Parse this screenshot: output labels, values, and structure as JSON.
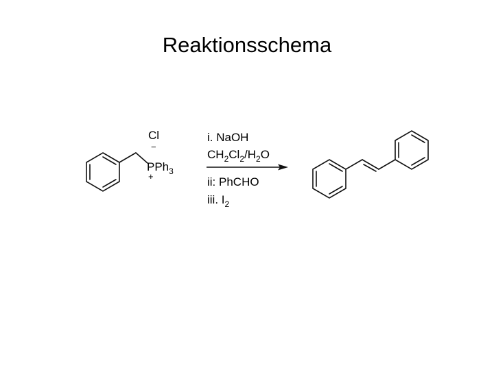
{
  "slide": {
    "title": "Reaktionsschema"
  },
  "reactant": {
    "counterion": "Cl",
    "counterion_charge": "−",
    "phosphorus": "PPh",
    "phosphorus_subscript": "3",
    "phosphorus_charge": "+"
  },
  "conditions": {
    "step1": "i. NaOH",
    "solvent": {
      "a": "CH",
      "a_sub": "2",
      "b": "Cl",
      "b_sub": "2",
      "c": "/H",
      "c_sub": "2",
      "d": "O"
    },
    "step2": "ii: Ph",
    "step2_b": "CHO",
    "step3": "iii. I",
    "step3_sub": "2"
  }
}
